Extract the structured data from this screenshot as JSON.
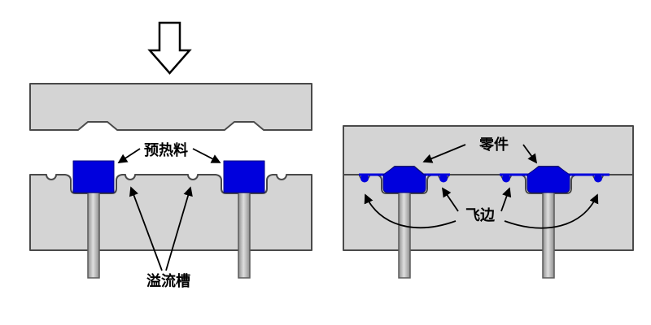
{
  "colors": {
    "mold_gray": "#d4d4d4",
    "mold_outline": "#4a4a4a",
    "material_blue": "#0000dd",
    "arrow_white": "#ffffff",
    "ink_black": "#000000"
  },
  "open_mold": {
    "preheat_label": "预热料",
    "overflow_label": "溢流槽"
  },
  "closed_mold": {
    "part_label": "零件",
    "flash_label": "飞边"
  }
}
